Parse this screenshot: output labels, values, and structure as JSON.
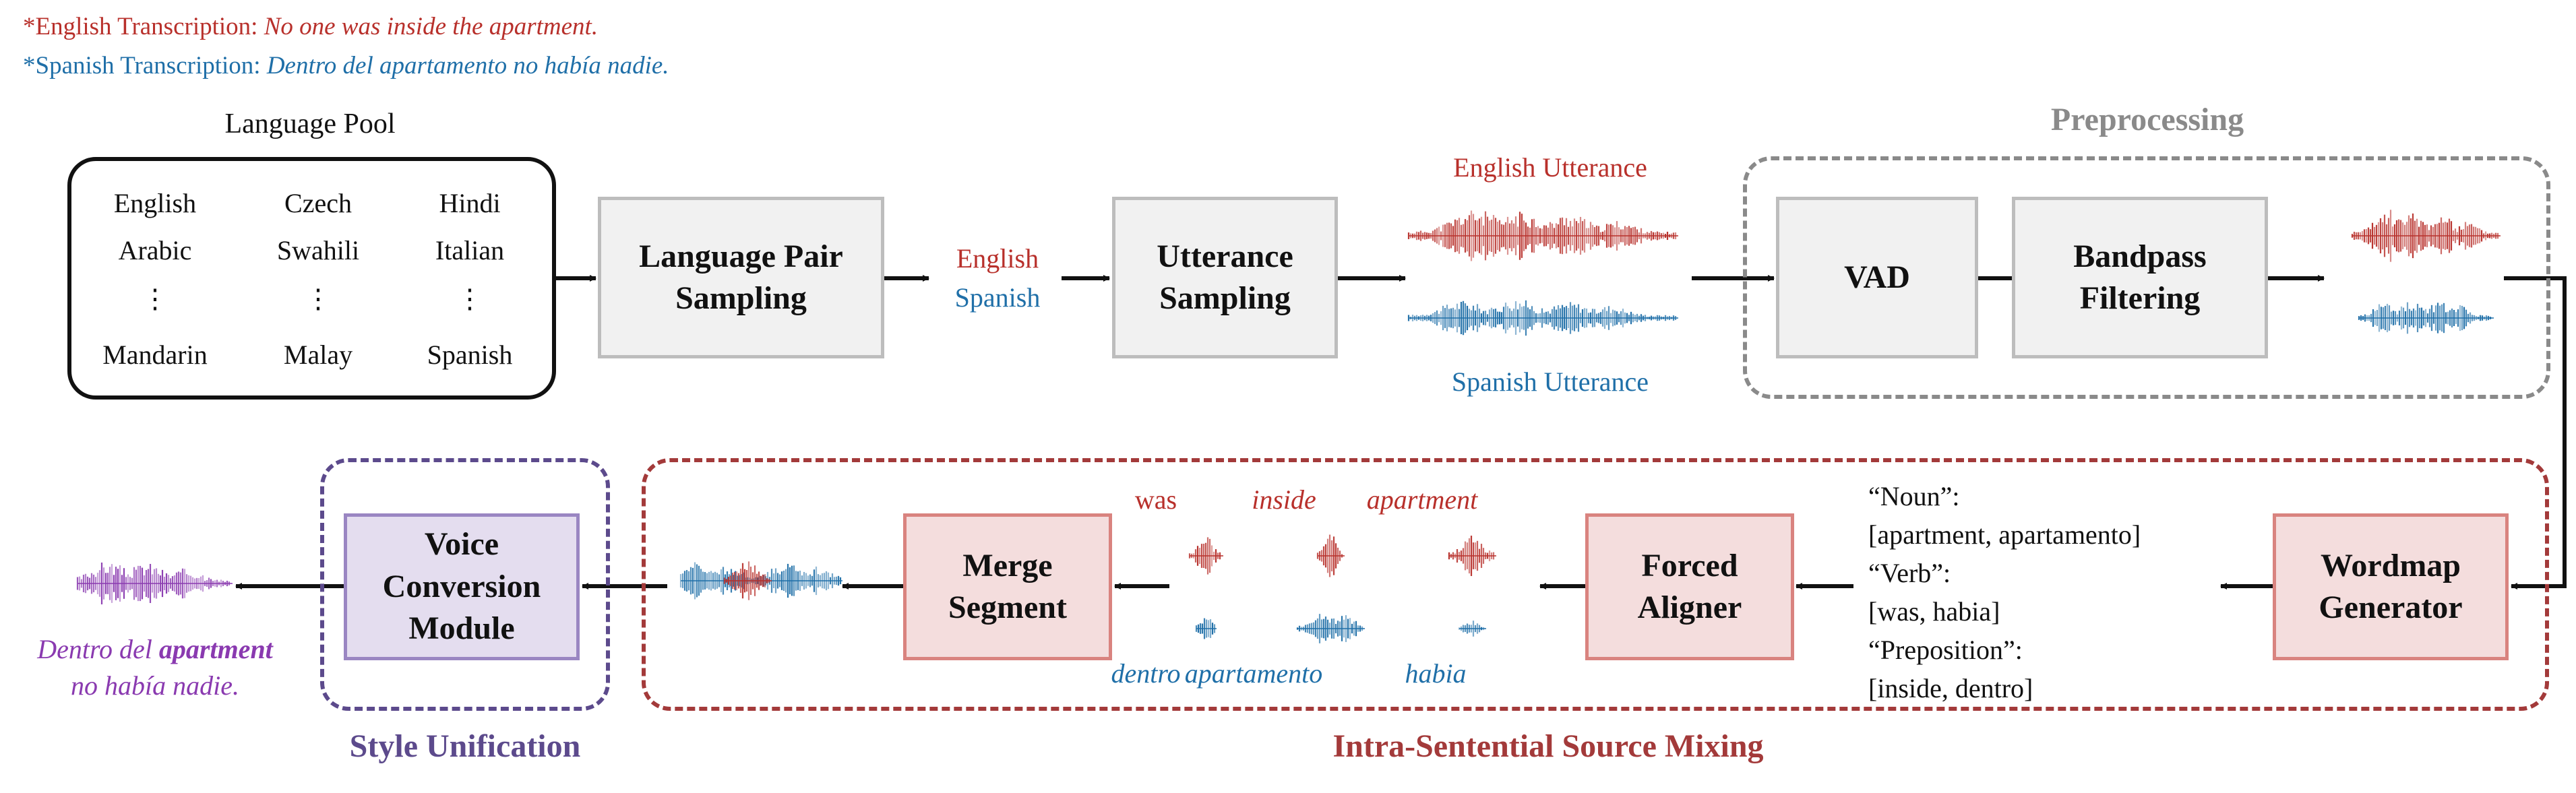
{
  "transcriptions": {
    "english_prefix": "*English Transcription: ",
    "english_text": "No one was inside the apartment.",
    "spanish_prefix": "*Spanish Transcription: ",
    "spanish_text": "Dentro del apartamento no había nadie."
  },
  "language_pool": {
    "title": "Language Pool",
    "columns": [
      [
        "English",
        "Arabic",
        "⋮",
        "Mandarin"
      ],
      [
        "Czech",
        "Swahili",
        "⋮",
        "Malay"
      ],
      [
        "Hindi",
        "Italian",
        "⋮",
        "Spanish"
      ]
    ]
  },
  "boxes": {
    "language_pair_sampling": [
      "Language Pair",
      "Sampling"
    ],
    "utterance_sampling": [
      "Utterance",
      "Sampling"
    ],
    "vad": "VAD",
    "bandpass_filtering": [
      "Bandpass",
      "Filtering"
    ],
    "wordmap_generator": [
      "Wordmap",
      "Generator"
    ],
    "forced_aligner": [
      "Forced",
      "Aligner"
    ],
    "merge_segment": [
      "Merge",
      "Segment"
    ],
    "voice_conversion_module": [
      "Voice",
      "Conversion",
      "Module"
    ]
  },
  "pair_labels": {
    "english": "English",
    "spanish": "Spanish"
  },
  "utterance_labels": {
    "english": "English Utterance",
    "spanish": "Spanish Utterance"
  },
  "groups": {
    "preprocessing": "Preprocessing",
    "intra_sentential": "Intra-Sentential Source Mixing",
    "style_unification": "Style Unification"
  },
  "wordmap": [
    "“Noun”:",
    "[apartment, apartamento]",
    "“Verb”:",
    "[was, habia]",
    "“Preposition”:",
    "[inside, dentro]"
  ],
  "aligned_words": {
    "english": [
      "was",
      "inside",
      "apartment"
    ],
    "spanish": [
      "dentro",
      "apartamento",
      "habia"
    ]
  },
  "output": {
    "line1_prefix": "Dentro del ",
    "line1_bold": "apartment",
    "line2": "no había nadie."
  },
  "colors": {
    "english_red": "#b8302b",
    "spanish_blue": "#1f6fa8",
    "output_purple": "#8a3ab0",
    "preprocessing_gray": "#8a8a8a",
    "intra_sentential_red": "#a33a3a",
    "style_unification_purple": "#5c4a8c"
  }
}
